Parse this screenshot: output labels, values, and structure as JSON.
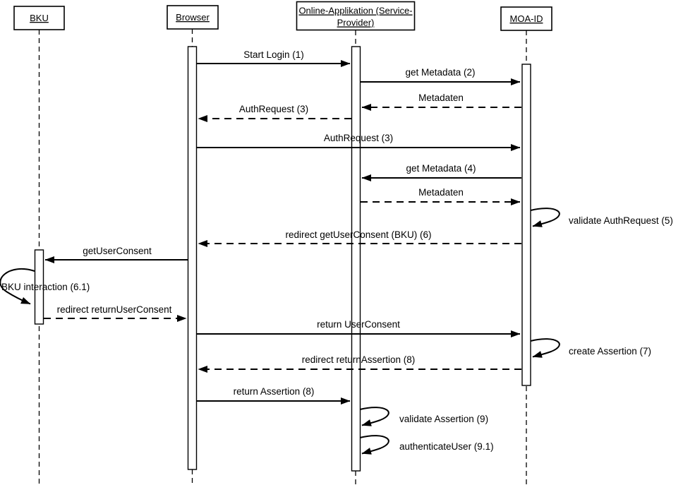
{
  "colors": {
    "line": "#000000",
    "background": "#ffffff"
  },
  "actors": [
    {
      "label": "BKU"
    },
    {
      "label": "Browser"
    },
    {
      "label": "Online-Applikation (Service-Provider)",
      "lines": [
        "Online-Applikation (Service-",
        "Provider)"
      ]
    },
    {
      "label": "MOA-ID"
    }
  ],
  "messages": [
    {
      "label": "Start Login (1)",
      "from": "Browser",
      "to": "Online-Applikation (Service-Provider)",
      "style": "solid"
    },
    {
      "label": "get Metadata (2)",
      "from": "Online-Applikation (Service-Provider)",
      "to": "MOA-ID",
      "style": "solid"
    },
    {
      "label": "Metadaten",
      "from": "MOA-ID",
      "to": "Online-Applikation (Service-Provider)",
      "style": "dashed"
    },
    {
      "label": "AuthRequest (3)",
      "from": "Online-Applikation (Service-Provider)",
      "to": "Browser",
      "style": "dashed"
    },
    {
      "label": "AuthRequest (3)",
      "from": "Browser",
      "to": "MOA-ID",
      "style": "solid"
    },
    {
      "label": "get Metadata (4)",
      "from": "MOA-ID",
      "to": "Online-Applikation (Service-Provider)",
      "style": "solid"
    },
    {
      "label": "Metadaten",
      "from": "Online-Applikation (Service-Provider)",
      "to": "MOA-ID",
      "style": "dashed"
    },
    {
      "label": "validate AuthRequest (5)",
      "from": "MOA-ID",
      "to": "MOA-ID",
      "style": "self"
    },
    {
      "label": "redirect getUserConsent (BKU) (6)",
      "from": "MOA-ID",
      "to": "Browser",
      "style": "dashed"
    },
    {
      "label": "getUserConsent",
      "from": "Browser",
      "to": "BKU",
      "style": "solid"
    },
    {
      "label": "BKU interaction (6.1)",
      "from": "BKU",
      "to": "BKU",
      "style": "self"
    },
    {
      "label": "redirect returnUserConsent",
      "from": "BKU",
      "to": "Browser",
      "style": "dashed"
    },
    {
      "label": "return UserConsent",
      "from": "Browser",
      "to": "MOA-ID",
      "style": "solid"
    },
    {
      "label": "create Assertion (7)",
      "from": "MOA-ID",
      "to": "MOA-ID",
      "style": "self"
    },
    {
      "label": "redirect returnAssertion (8)",
      "from": "MOA-ID",
      "to": "Browser",
      "style": "dashed"
    },
    {
      "label": "return Assertion (8)",
      "from": "Browser",
      "to": "Online-Applikation (Service-Provider)",
      "style": "solid"
    },
    {
      "label": "validate Assertion (9)",
      "from": "Online-Applikation (Service-Provider)",
      "to": "Online-Applikation (Service-Provider)",
      "style": "self"
    },
    {
      "label": "authenticateUser (9.1)",
      "from": "Online-Applikation (Service-Provider)",
      "to": "Online-Applikation (Service-Provider)",
      "style": "self"
    }
  ]
}
